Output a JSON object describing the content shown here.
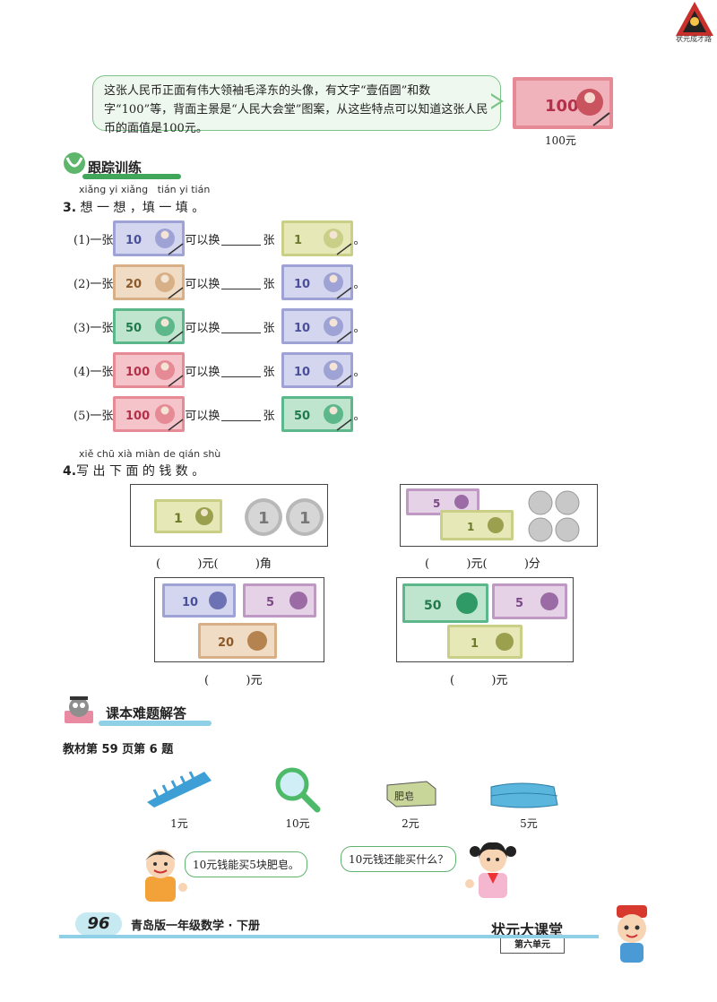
{
  "logo": {
    "text": "状元成才路"
  },
  "intro": {
    "text": "这张人民币正面有伟大领袖毛泽东的头像，有文字“壹佰圆”和数字“100”等，背面主景是“人民大会堂”图案，从这些特点可以知道这张人民币的面值是100元。",
    "bill_label": "100元"
  },
  "section1": {
    "title": "跟踪训练"
  },
  "q3": {
    "pinyin": "xiǎng yi xiǎng   tián yi tián",
    "number": "3.",
    "title": " 想 一 想 ，填 一 填 。",
    "rows": [
      {
        "prefix": "(1)一张",
        "middle": "可以换",
        "unit": "张",
        "end": "。",
        "from": "10",
        "to": "1"
      },
      {
        "prefix": "(2)一张",
        "middle": "可以换",
        "unit": "张",
        "end": "。",
        "from": "20",
        "to": "10"
      },
      {
        "prefix": "(3)一张",
        "middle": "可以换",
        "unit": "张",
        "end": "。",
        "from": "50",
        "to": "10"
      },
      {
        "prefix": "(4)一张",
        "middle": "可以换",
        "unit": "张",
        "end": "。",
        "from": "100",
        "to": "10"
      },
      {
        "prefix": "(5)一张",
        "middle": "可以换",
        "unit": "张",
        "end": "。",
        "from": "100",
        "to": "50"
      }
    ]
  },
  "q4": {
    "pinyin": "xiě chū xià miàn de qián shù",
    "number": "4.",
    "title": "写 出 下 面 的 钱 数 。",
    "answers": [
      "(          )元(          )角",
      "(          )元(          )分",
      "(          )元",
      "(          )元"
    ],
    "coin1": "1"
  },
  "section2": {
    "title": "课本难题解答"
  },
  "exercise": {
    "title": "教材第 59 页第 6 题",
    "items": [
      {
        "name": "comb",
        "price": "1元"
      },
      {
        "name": "magnifier",
        "price": "10元"
      },
      {
        "name": "soap",
        "price": "2元",
        "label": "肥皂"
      },
      {
        "name": "towel",
        "price": "5元"
      }
    ],
    "boy_says": "10元钱能买5块肥皂。",
    "girl_says": "10元钱还能买什么？"
  },
  "footer": {
    "page": "96",
    "book": "青岛版一年级数学 · 下册",
    "brand": "状元大课堂",
    "unit": "第六单元"
  },
  "colors": {
    "green": "#3fa65a",
    "bill100": "#e05a6c",
    "bill50": "#34a273",
    "bill20": "#c99a68",
    "bill10": "#7d82c0",
    "bill1": "#b9c46a",
    "bill5": "#a67bb0"
  }
}
